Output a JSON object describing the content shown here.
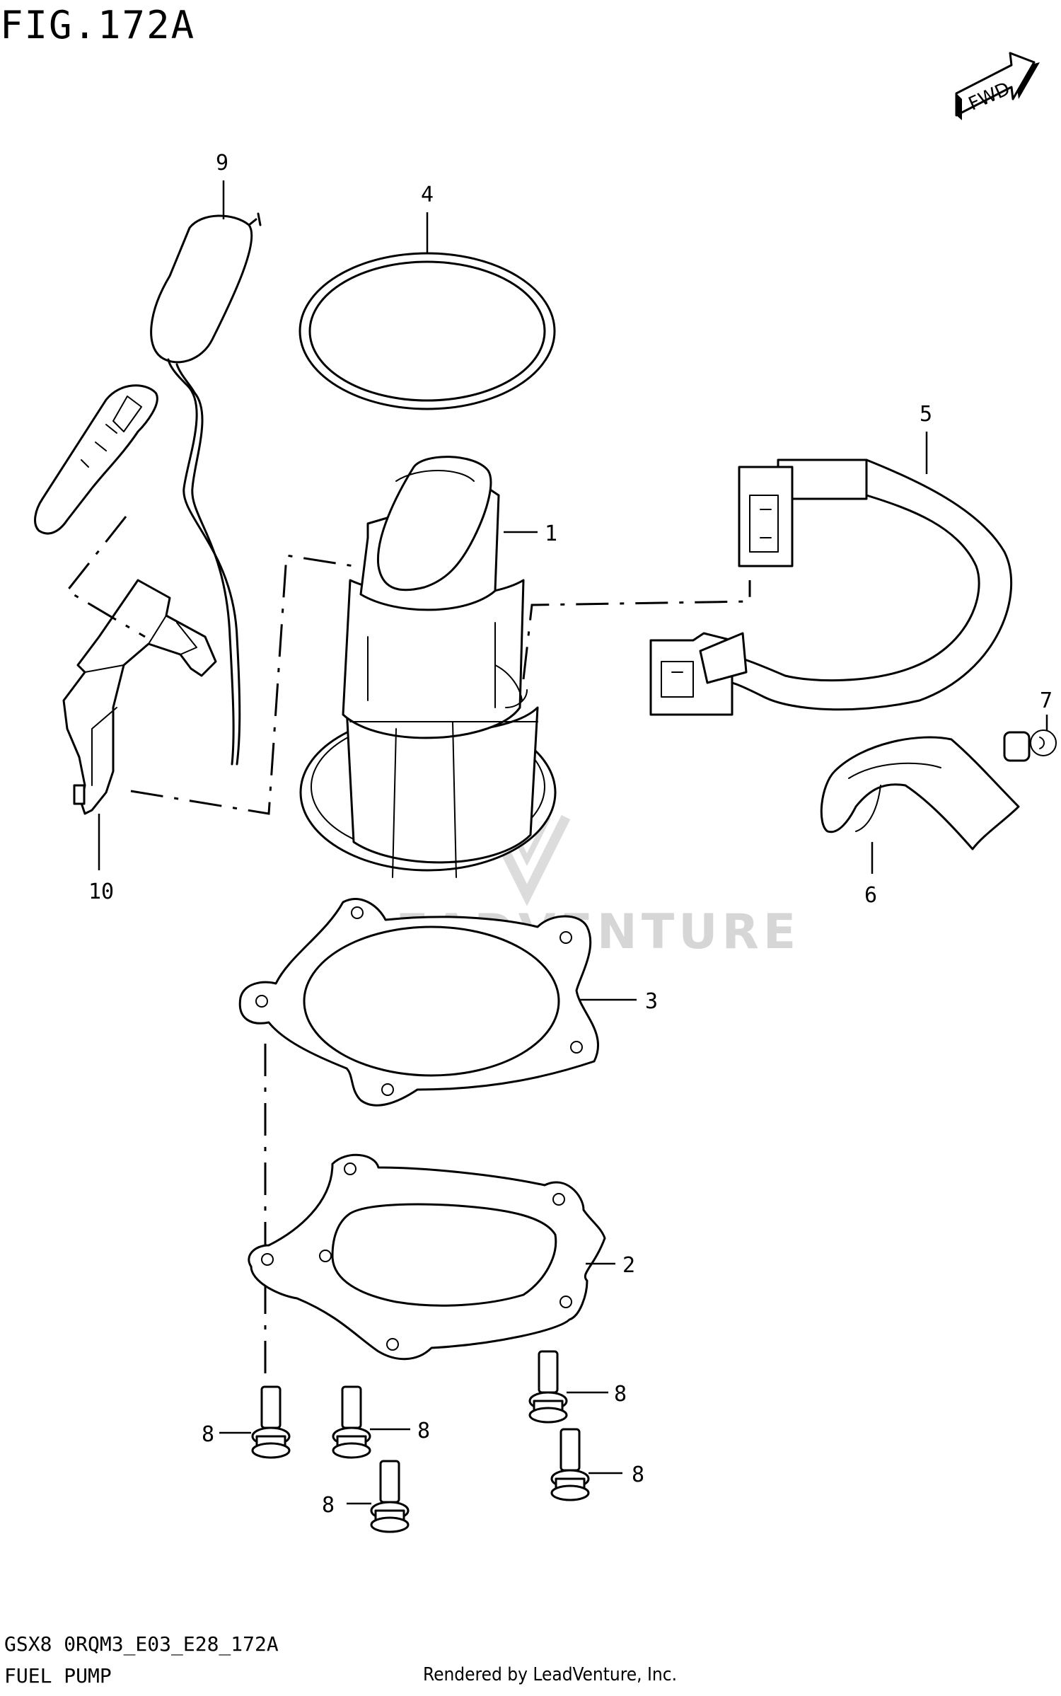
{
  "figure_title": "FIG.172A",
  "fwd_label": "FWD",
  "watermark": "LEADVENTURE",
  "callouts": {
    "fuel_pump": "1",
    "gasket_lower": "2",
    "gasket_upper": "3",
    "o_ring": "4",
    "fuel_hose": "5",
    "hose_protector": "6",
    "nut": "7",
    "bolt": "8",
    "fuel_level_gauge": "9",
    "bracket": "10"
  },
  "footer": {
    "model_code": "GSX8 0RQM3_E03_E28_172A",
    "section_name": "FUEL PUMP",
    "credit": "Rendered by LeadVenture, Inc."
  }
}
